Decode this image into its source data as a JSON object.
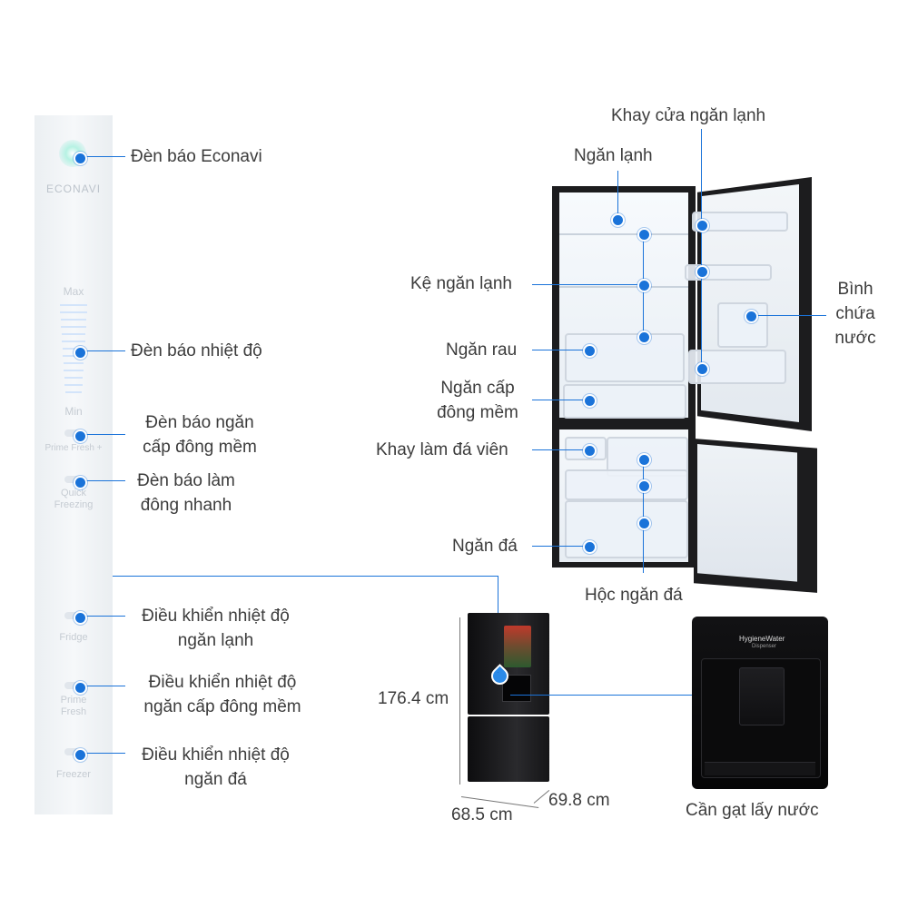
{
  "panel": {
    "econavi_text": "ECONAVI",
    "max": "Max",
    "min": "Min",
    "prime_fresh_btn": "Prime Fresh +",
    "quick_freezing_line1": "Quick",
    "quick_freezing_line2": "Freezing",
    "fridge_btn": "Fridge",
    "prime_fresh_line1": "Prime",
    "prime_fresh_line2": "Fresh",
    "freezer_btn": "Freezer"
  },
  "labels": {
    "econavi_light": "Đèn báo Econavi",
    "temp_indicator": "Đèn báo nhiệt độ",
    "prime_fresh_indicator_l1": "Đèn báo ngăn",
    "prime_fresh_indicator_l2": "cấp đông mềm",
    "quick_freeze_indicator_l1": "Đèn báo làm",
    "quick_freeze_indicator_l2": "đông nhanh",
    "fridge_control_l1": "Điều khiển nhiệt độ",
    "fridge_control_l2": "ngăn lạnh",
    "prime_fresh_control_l1": "Điều khiển nhiệt độ",
    "prime_fresh_control_l2": "ngăn cấp đông mềm",
    "freezer_control_l1": "Điều khiển nhiệt độ",
    "freezer_control_l2": "ngăn đá",
    "door_tray": "Khay cửa ngăn lạnh",
    "fridge_compartment": "Ngăn lạnh",
    "fridge_shelf": "Kệ ngăn lạnh",
    "vegetable_drawer": "Ngăn rau",
    "soft_freeze_l1": "Ngăn cấp",
    "soft_freeze_l2": "đông mềm",
    "ice_tray": "Khay làm đá viên",
    "freezer_compartment": "Ngăn đá",
    "freezer_drawers": "Hộc ngăn đá",
    "water_tank_l1": "Bình",
    "water_tank_l2": "chứa",
    "water_tank_l3": "nước",
    "water_lever": "Cần gạt lấy nước"
  },
  "dimensions": {
    "height": "176.4 cm",
    "width": "68.5 cm",
    "depth": "69.8 cm"
  },
  "dispenser": {
    "brand": "HygieneWater",
    "sub": "Dispenser"
  },
  "colors": {
    "accent": "#1a73d9",
    "fridge_body": "#1b1b1d",
    "panel_bg": "#eef1f4"
  }
}
